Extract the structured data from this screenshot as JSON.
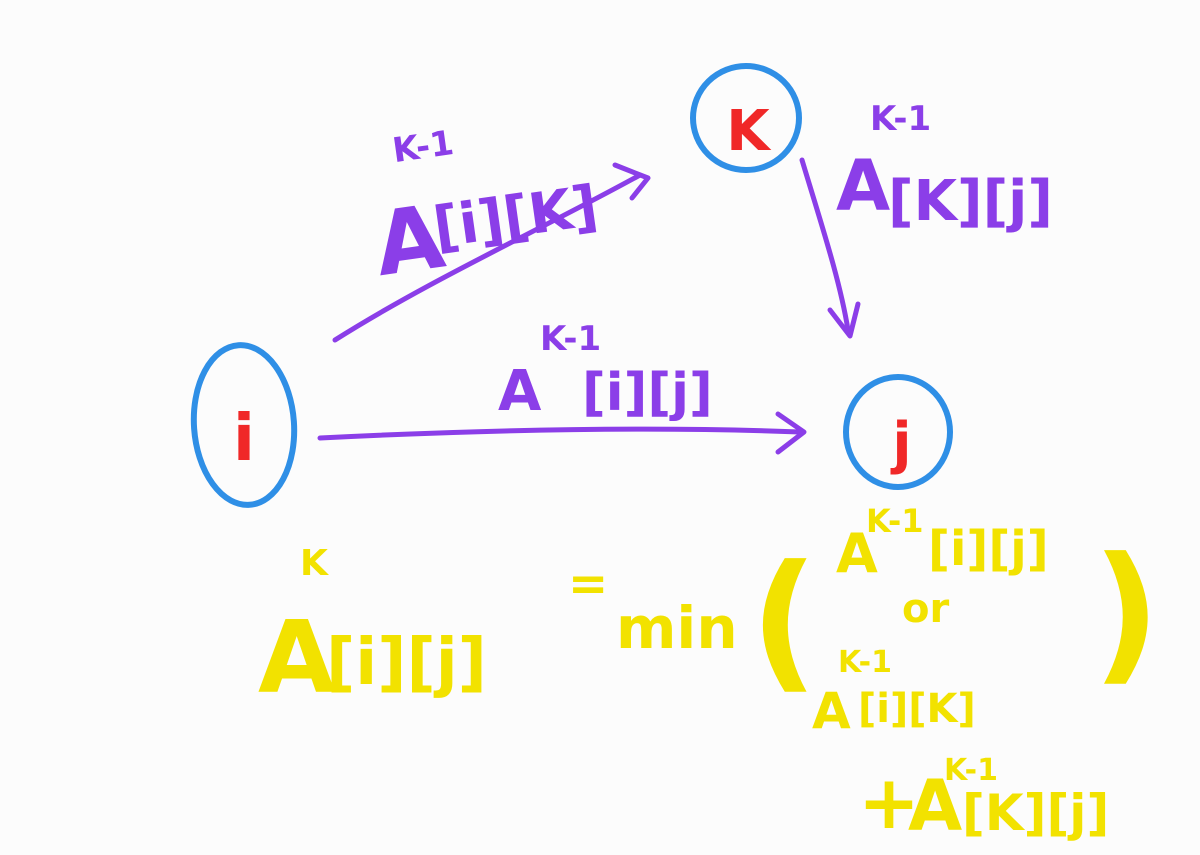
{
  "colors": {
    "node_stroke": "#2f8fe6",
    "node_label": "#f02828",
    "edge": "#8b3ee8",
    "formula": "#f2e200",
    "background": "#fcfcfc"
  },
  "nodes": {
    "i": "i",
    "k": "K",
    "j": "j"
  },
  "edges": {
    "i_to_k": {
      "base": "A",
      "superscript": "K-1",
      "indices": "[i][K]"
    },
    "k_to_j": {
      "base": "A",
      "superscript": "K-1",
      "indices": "[K][j]"
    },
    "i_to_j": {
      "base": "A",
      "superscript": "K-1",
      "indices": "[i][j]"
    }
  },
  "formula": {
    "lhs_base": "A",
    "lhs_superscript": "K",
    "lhs_indices": "[i][j]",
    "equals": "=",
    "min": "min",
    "open_paren": "(",
    "close_paren": ")",
    "option1_base": "A",
    "option1_superscript": "K-1",
    "option1_indices": "[i][j]",
    "or": "or",
    "option2_base": "A",
    "option2_superscript": "K-1",
    "option2_indices": "[i][K]",
    "plus": "+",
    "option3_base": "A",
    "option3_superscript": "K-1",
    "option3_indices": "[K][j]"
  }
}
